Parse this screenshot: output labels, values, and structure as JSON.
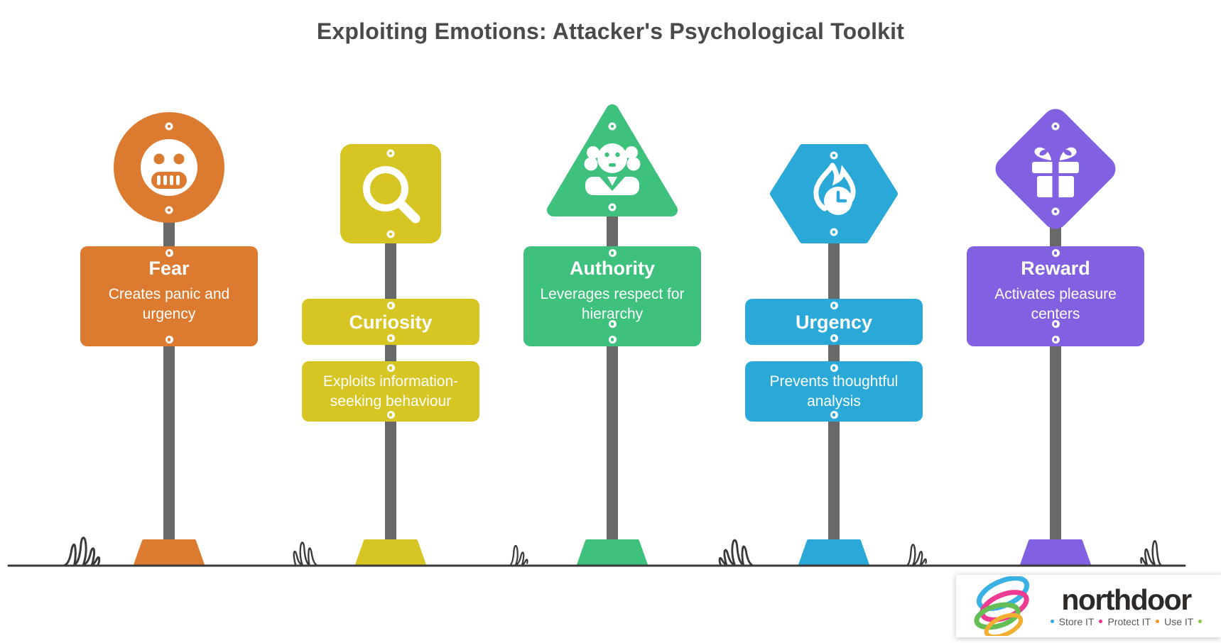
{
  "title": "Exploiting Emotions: Attacker's Psychological Toolkit",
  "signs": [
    {
      "label": "Fear",
      "description": "Creates panic and urgency",
      "color": "#DC7B30",
      "shape": "circle",
      "icon": "grimacing-face-icon"
    },
    {
      "label": "Curiosity",
      "description": "Exploits information-seeking behaviour",
      "color": "#D6C522",
      "shape": "rounded-square",
      "icon": "magnifying-glass-icon"
    },
    {
      "label": "Authority",
      "description": "Leverages respect for hierarchy",
      "color": "#3DC17D",
      "shape": "triangle",
      "icon": "judge-icon"
    },
    {
      "label": "Urgency",
      "description": "Prevents thoughtful analysis",
      "color": "#2AA9D8",
      "shape": "hexagon",
      "icon": "flame-clock-icon"
    },
    {
      "label": "Reward",
      "description": "Activates pleasure centers",
      "color": "#8161E1",
      "shape": "diamond",
      "icon": "gift-icon"
    }
  ],
  "structure_colors": {
    "pole": "#696969",
    "ground": "#3A3A3A",
    "title_text": "#4A4A4A",
    "background": "#FFFFFF"
  },
  "logo": {
    "brand": "northdoor",
    "taglines": [
      "Store IT",
      "Protect IT",
      "Use IT"
    ]
  }
}
